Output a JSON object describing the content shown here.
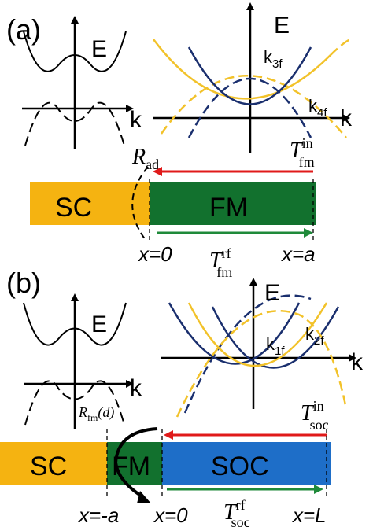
{
  "panel_a": {
    "label": "(a)",
    "band_left": {
      "e_label": "E",
      "k_label": "k"
    },
    "band_right": {
      "e_label": "E",
      "k3_main": "k",
      "k3_sub": "3f",
      "k4_main": "k",
      "k4_sub": "4f",
      "k_label": "k"
    },
    "r_ad": {
      "main": "R",
      "sub": "ad"
    },
    "t_fm_in": {
      "main": "T",
      "sup": "in",
      "sub": "fm"
    },
    "t_fm_rf": {
      "main": "T",
      "sup": "rf",
      "sub": "fm"
    },
    "block_sc": "SC",
    "block_fm": "FM",
    "x_left": "x=0",
    "x_right": "x=a"
  },
  "panel_b": {
    "label": "(b)",
    "band_left": {
      "e_label": "E",
      "k_label": "k"
    },
    "band_right": {
      "e_label": "E",
      "k1_main": "k",
      "k1_sub": "1f",
      "k2_main": "k",
      "k2_sub": "2f",
      "k_label": "k"
    },
    "r_fm": {
      "main": "R",
      "sub": "fm",
      "arg": "(d)"
    },
    "t_soc_in": {
      "main": "T",
      "sup": "in",
      "sub": "soc"
    },
    "t_soc_rf": {
      "main": "T",
      "sup": "rf",
      "sub": "soc"
    },
    "block_sc": "SC",
    "block_fm": "FM",
    "block_soc": "SOC",
    "x_neg": "x=-a",
    "x_zero": "x=0",
    "x_l": "x=L"
  },
  "colors": {
    "sc": "#f5b311",
    "fm": "#12712e",
    "soc": "#1e6ec8",
    "orange_curve": "#f2c22a",
    "navy_curve": "#1a2f6e",
    "red_arrow": "#e01a1a",
    "green_arrow": "#1f8a3a"
  }
}
